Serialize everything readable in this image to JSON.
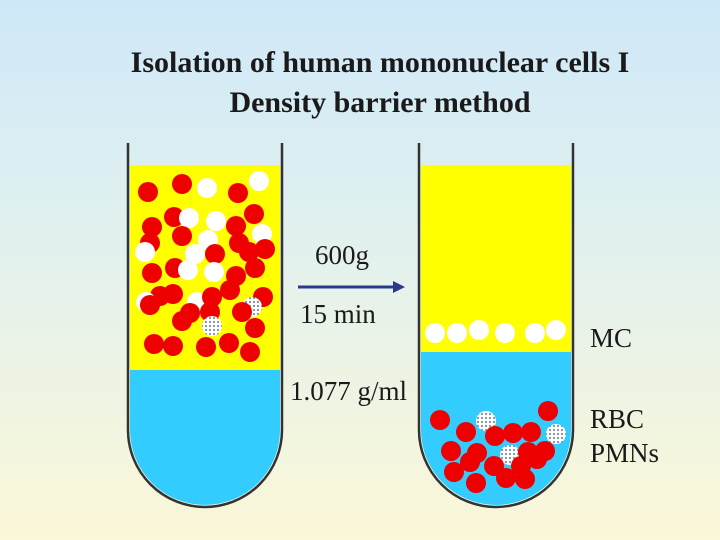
{
  "title": {
    "line1": "Isolation of human mononuclear cells I",
    "line2": "Density barrier method"
  },
  "labels": {
    "speed": "600g",
    "time": "15 min",
    "density": "1.077 g/ml",
    "mc": "MC",
    "rbc": "RBC",
    "pmn": "PMNs"
  },
  "colors": {
    "plasma": "#ffff00",
    "ficoll": "#33ccff",
    "rbc": "#ee0000",
    "mononuclear": "#ffffff",
    "granulocyte": "#aab4c8",
    "arrow": "#2a3a8a"
  }
}
